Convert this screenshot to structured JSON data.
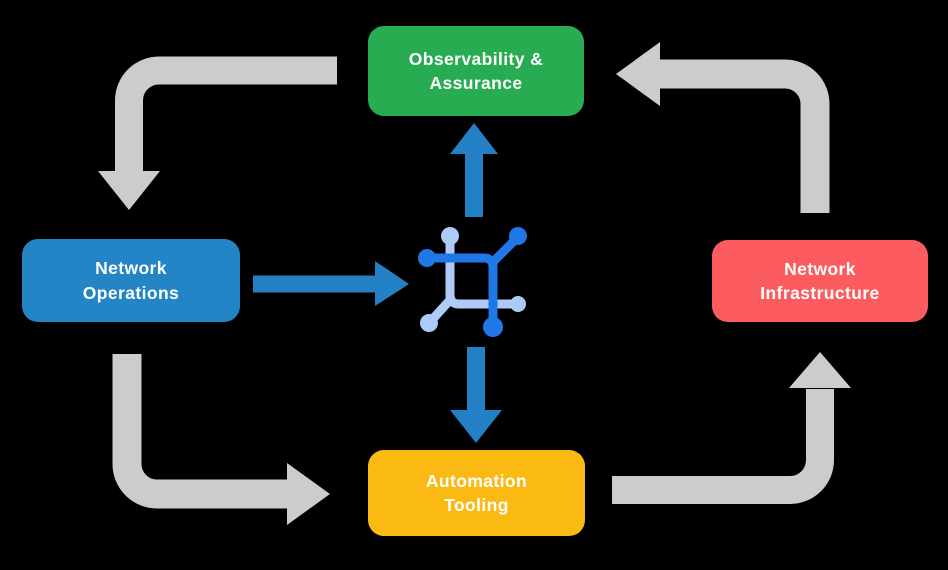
{
  "colors": {
    "background": "#000000",
    "observability_green": "#27AC52",
    "operations_blue": "#2384C6",
    "infrastructure_red": "#FC5B5F",
    "automation_yellow": "#FBB913",
    "flow_arrow_gray": "#CCCCCC",
    "data_arrow_blue": "#2380C4",
    "icon_dark_blue": "#1F78E6",
    "icon_light_blue": "#AECBF7",
    "node_text": "#FFFFFF"
  },
  "nodes": {
    "observability": {
      "line1": "Observability &",
      "line2": "Assurance"
    },
    "operations": {
      "line1": "Network",
      "line2": "Operations"
    },
    "infrastructure": {
      "line1": "Network",
      "line2": "Infrastructure"
    },
    "automation": {
      "line1": "Automation",
      "line2": "Tooling"
    }
  },
  "icons": {
    "center": "network-mesh-icon"
  }
}
